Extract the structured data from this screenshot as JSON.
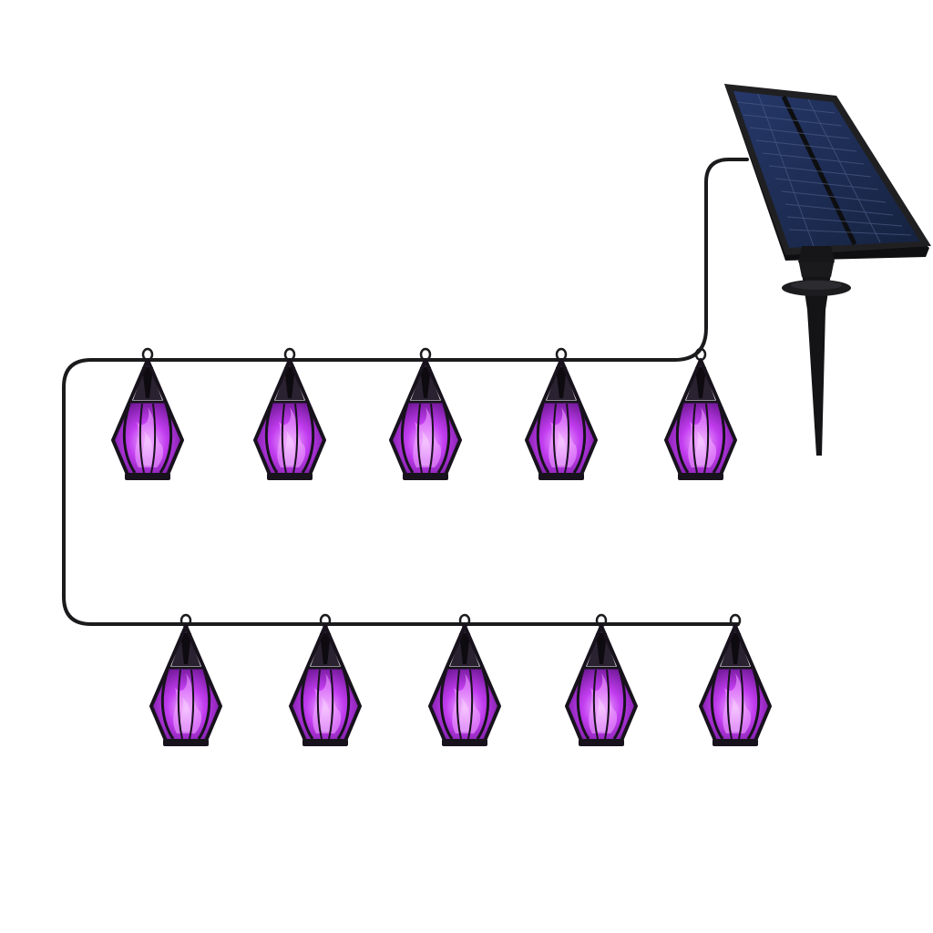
{
  "scene": {
    "subject": "solar-string-lights",
    "background_color": "#ffffff",
    "colors": {
      "cable": "#1b1b1d",
      "lantern_frame": "#17121c",
      "lantern_cap": "#2a2230",
      "flame_core": "#f3b8ff",
      "flame_mid": "#c23df0",
      "flame_edge": "#6a1590",
      "panel_frame": "#202022",
      "panel_cells": "#1d2d52",
      "panel_grid": "#4a5b84",
      "stake": "#141416"
    },
    "lantern_rows": [
      {
        "row": "top",
        "lantern_count": 5
      },
      {
        "row": "bottom",
        "lantern_count": 5
      }
    ],
    "panel_icon": "solar-panel",
    "stake_icon": "ground-stake"
  }
}
